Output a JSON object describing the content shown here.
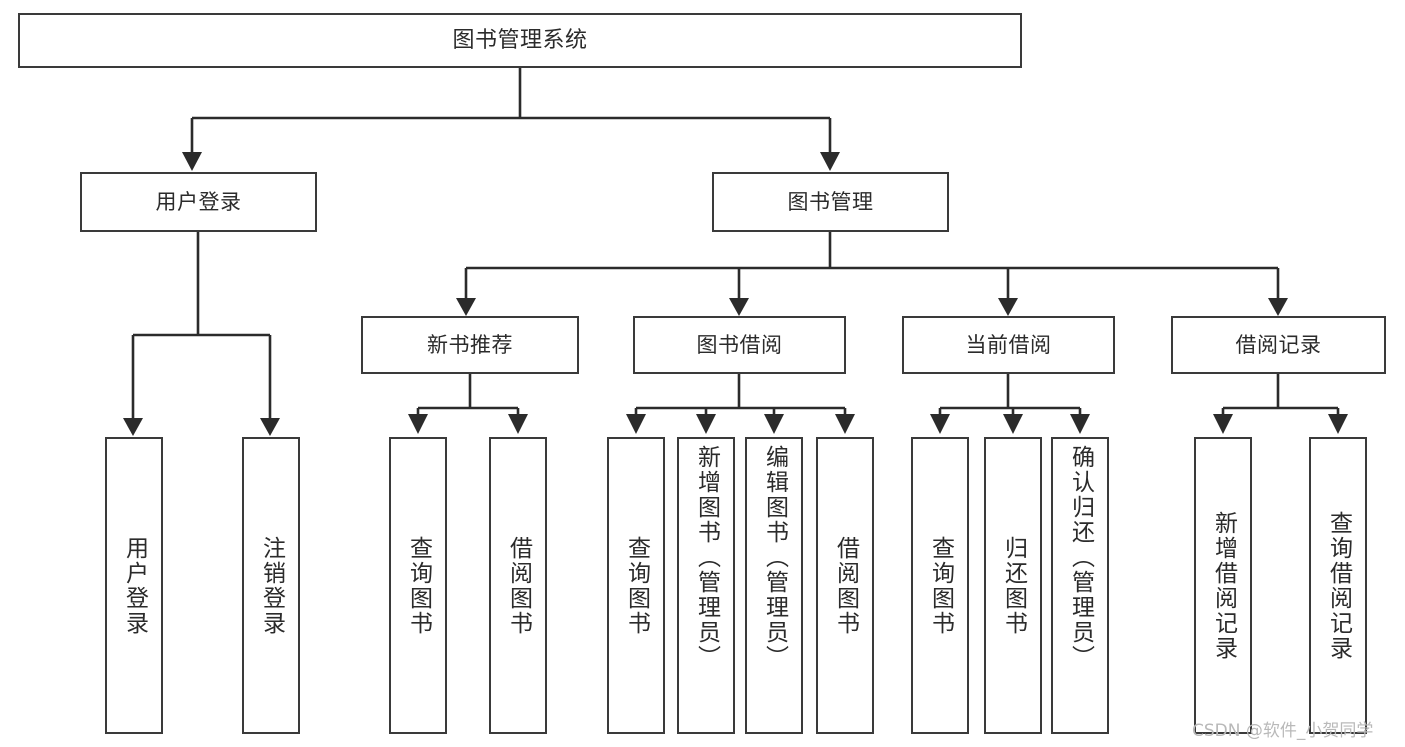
{
  "diagram": {
    "title": "图书管理系统",
    "type": "tree",
    "levels": 4,
    "colors": {
      "box_border": "#3a3a3a",
      "box_fill": "#ffffff",
      "connector": "#2b2b2b",
      "background": "#ffffff",
      "watermark": "#b9b9b9"
    },
    "root": {
      "label": "图书管理系统",
      "children": [
        {
          "label": "用户登录",
          "children": [
            {
              "label": "用户登录"
            },
            {
              "label": "注销登录"
            }
          ]
        },
        {
          "label": "图书管理",
          "children": [
            {
              "label": "新书推荐",
              "children": [
                {
                  "label": "查询图书"
                },
                {
                  "label": "借阅图书"
                }
              ]
            },
            {
              "label": "图书借阅",
              "children": [
                {
                  "label": "查询图书"
                },
                {
                  "label": "新增图书（管理员）"
                },
                {
                  "label": "编辑图书（管理员）"
                },
                {
                  "label": "借阅图书"
                }
              ]
            },
            {
              "label": "当前借阅",
              "children": [
                {
                  "label": "查询图书"
                },
                {
                  "label": "归还图书"
                },
                {
                  "label": "确认归还（管理员）"
                }
              ]
            },
            {
              "label": "借阅记录",
              "children": [
                {
                  "label": "新增借阅记录"
                },
                {
                  "label": "查询借阅记录"
                }
              ]
            }
          ]
        }
      ]
    }
  },
  "nodes": {
    "root": "图书管理系统",
    "user_login": "用户登录",
    "book_manage": "图书管理",
    "new_book_rec": "新书推荐",
    "book_borrow": "图书借阅",
    "current_borrow": "当前借阅",
    "borrow_record": "借阅记录",
    "leaf_user_login": "用户登录",
    "leaf_logout": "注销登录",
    "leaf_query_book_1": "查询图书",
    "leaf_borrow_book_1": "借阅图书",
    "leaf_query_book_2": "查询图书",
    "leaf_add_book": "新增图书（管理员）",
    "leaf_edit_book": "编辑图书（管理员）",
    "leaf_borrow_book_2": "借阅图书",
    "leaf_query_book_3": "查询图书",
    "leaf_return_book": "归还图书",
    "leaf_confirm_return": "确认归还（管理员）",
    "leaf_add_record": "新增借阅记录",
    "leaf_query_record": "查询借阅记录"
  },
  "watermark": {
    "text": "CSDN @软件_小贺同学"
  }
}
